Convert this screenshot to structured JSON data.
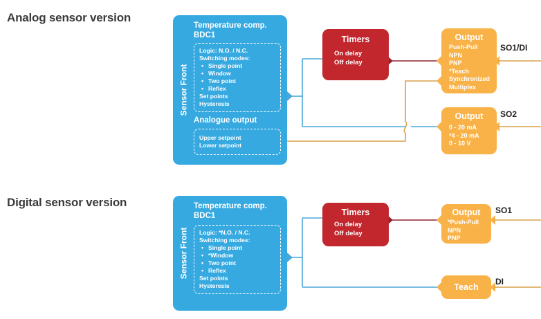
{
  "sections": [
    {
      "id": "analog",
      "title": "Analog sensor version",
      "sensor": {
        "side_label": "Sensor Front",
        "heading_line1": "Temperature comp.",
        "heading_line2": "BDC1",
        "logic_panel": {
          "logic": "Logic: N.O. / N.C.",
          "modes_label": "Switching modes:",
          "modes": [
            "Single point",
            "Window",
            "Two point",
            "Reflex"
          ],
          "set_points": "Set points",
          "hysteresis": "Hysteresis"
        },
        "analogue_heading": "Analogue output",
        "analogue_panel": {
          "upper": "Upper setpoint",
          "lower": "Lower setpoint"
        }
      },
      "timers": {
        "title": "Timers",
        "lines": [
          "On delay",
          "Off delay"
        ]
      },
      "outputs": [
        {
          "title": "Output",
          "lines": [
            "Push-Pull",
            "NPN",
            "PNP",
            "*Teach",
            "Synchronized",
            "Multiplex"
          ],
          "terminal": "SO1/DI"
        },
        {
          "title": "Output",
          "lines": [
            "0 - 20 mA",
            "*4 - 20 mA",
            "0 - 10 V"
          ],
          "terminal": "SO2"
        }
      ]
    },
    {
      "id": "digital",
      "title": "Digital sensor version",
      "sensor": {
        "side_label": "Sensor Front",
        "heading_line1": "Temperature comp.",
        "heading_line2": "BDC1",
        "logic_panel": {
          "logic": "Logic: *N.O. / N.C.",
          "modes_label": "Switching modes:",
          "modes": [
            "Single point",
            "*Window",
            "Two point",
            "Reflex"
          ],
          "set_points": "Set points",
          "hysteresis": "Hysteresis"
        }
      },
      "timers": {
        "title": "Timers",
        "lines": [
          "On delay",
          "Off delay"
        ]
      },
      "outputs": [
        {
          "title": "Output",
          "lines": [
            "*Push-Pull",
            "NPN",
            "PNP"
          ],
          "terminal": "SO1"
        },
        {
          "title": "Teach",
          "lines": [],
          "terminal": "DI"
        }
      ]
    }
  ],
  "colors": {
    "sensor_blue": "#36a9e1",
    "timer_red": "#c1272d",
    "output_orange": "#f9b247",
    "wire_blue": "#4aa8d8",
    "wire_orange": "#d9a04a",
    "wire_dark_red": "#8e2430",
    "title_text": "#3b3b3b",
    "background": "#ffffff"
  }
}
